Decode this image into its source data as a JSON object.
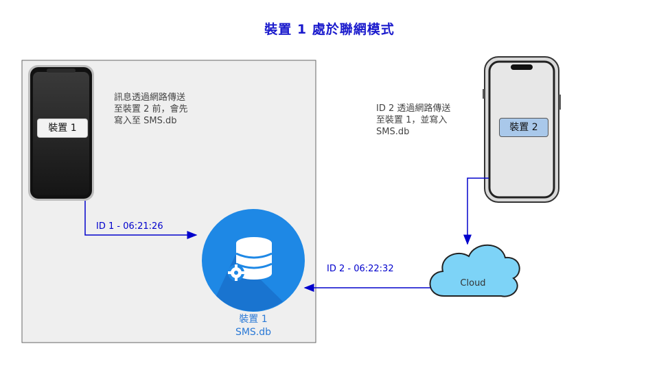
{
  "title": "裝置 1 處於聯網模式",
  "device1": {
    "label": "裝置 1",
    "note": "訊息透過網路傳送\n至裝置 2 前，會先\n寫入至 SMS.db"
  },
  "device2": {
    "label": "裝置 2",
    "note": "ID 2 透過網路傳送\n至裝置 1，並寫入\nSMS.db"
  },
  "database": {
    "line1": "裝置 1",
    "line2": "SMS.db"
  },
  "cloud": {
    "label": "Cloud"
  },
  "flows": {
    "flow1": "ID 1 - 06:21:26",
    "flow2": "ID 2 - 06:22:32"
  },
  "colors": {
    "accent": "#0000cc",
    "db_circle": "#1e88e5",
    "cloud_fill": "#7dd3f7",
    "frame_fill": "#efefef",
    "device2_tag": "#a9c8ea"
  },
  "icons": [
    "smartphone-icon",
    "database-gear-icon",
    "cloud-icon"
  ]
}
